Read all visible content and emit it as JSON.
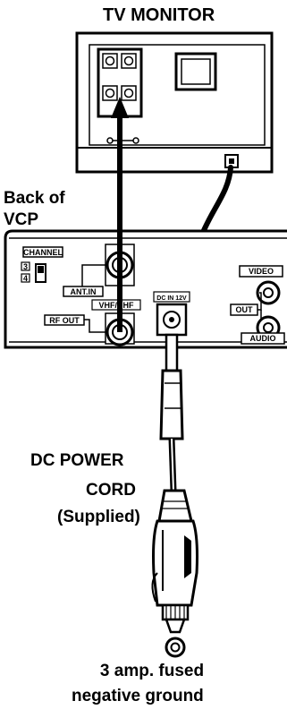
{
  "labels": {
    "tv_monitor": "TV MONITOR",
    "back_of": "Back of",
    "vcp": "VCP",
    "dc_power": "DC POWER",
    "cord": "CORD",
    "supplied": "(Supplied)",
    "fuse_line1": "3  amp. fused",
    "fuse_line2": "negative ground"
  },
  "vcp_panel": {
    "channel": "CHANNEL",
    "ch3": "3",
    "ch4": "4",
    "ant_in": "ANT.IN",
    "vhf_uhf": "VHF/UHF",
    "rf_out": "RF OUT",
    "dc_in": "DC IN 12V",
    "video": "VIDEO",
    "out": "OUT",
    "audio": "AUDIO"
  }
}
